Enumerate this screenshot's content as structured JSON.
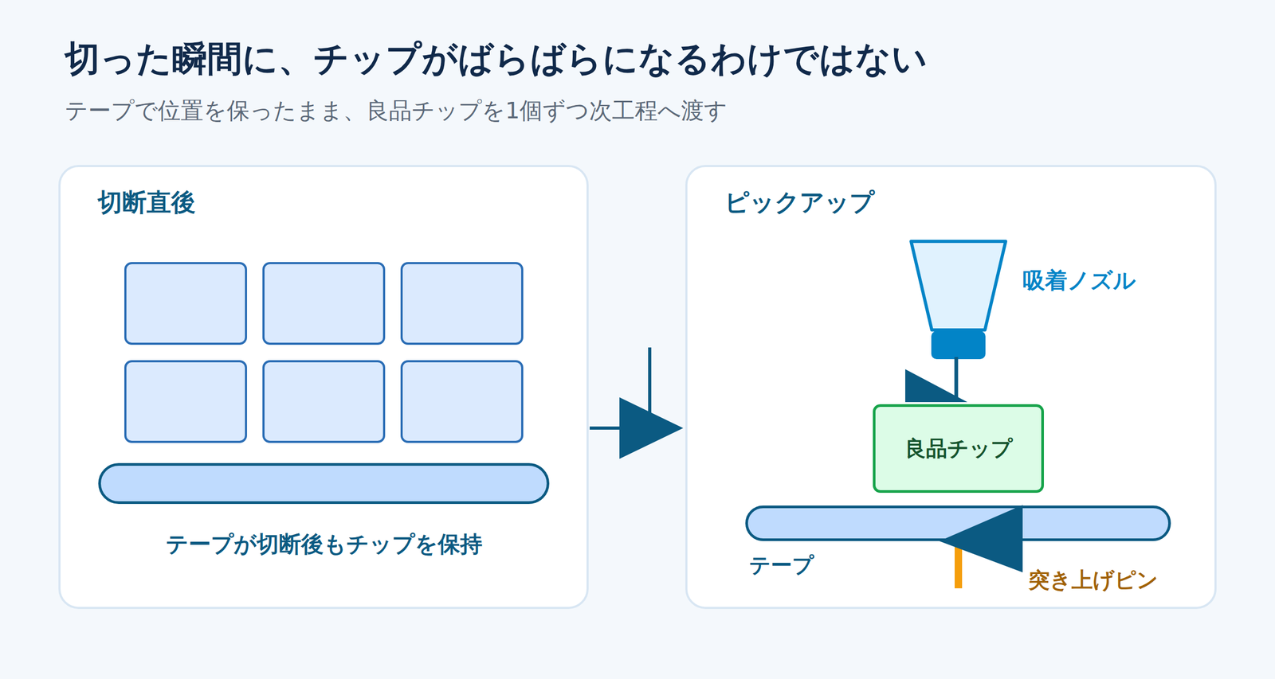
{
  "diagram": {
    "title": "切った瞬間に、チップがばらばらになるわけではない",
    "caption": "テープで位置を保ったまま、良品チップを1個ずつ次工程へ渡す",
    "nodes": [
      {
        "text": [
          "切断直後"
        ]
      },
      {
        "text": [
          "テープが切断後もチップを保持"
        ],
        "in": 0
      },
      {
        "text": [
          "ピックアップ"
        ]
      },
      {
        "text": [
          "吸着ノズル"
        ],
        "in": 2
      },
      {
        "text": [
          "良品チップ"
        ],
        "in": 2
      },
      {
        "text": [
          "テープ"
        ],
        "in": 2
      },
      {
        "text": [
          "突き上げピン"
        ],
        "in": 2
      }
    ],
    "edges": [
      {
        "from": 0,
        "to": 2,
        "arrow": "to"
      }
    ]
  }
}
